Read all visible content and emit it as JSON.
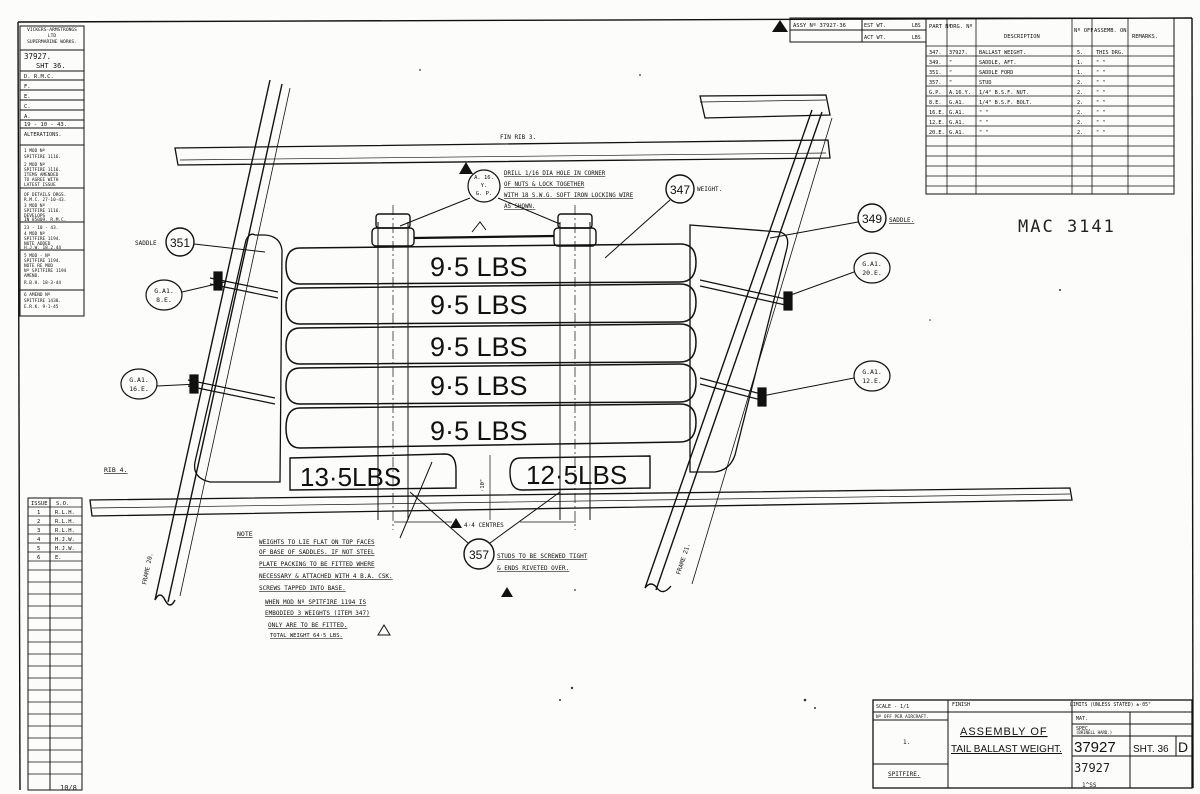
{
  "left_block": {
    "company": [
      "VICKERS-ARMSTRONGS",
      "LTD",
      "SUPERMARINE WORKS."
    ],
    "drawing_no": "37927.",
    "sheet": "SHT 36.",
    "d_line": "D. R.M.C.",
    "rows": [
      "F.",
      "E.",
      "C.",
      "A.",
      "19 - 10 - 43."
    ],
    "alterations_label": "ALTERATIONS.",
    "notes": [
      [
        "1 MOD Nº",
        "SPITFIRE 1116."
      ],
      [
        "2 MOD Nº",
        "SPITFIRE 1116.",
        "ITEMS AMENDED",
        "TO AGREE WITH",
        "LATEST ISSUE",
        "OF DETAILS DRGS.",
        "R.M.C. 27-10-43."
      ],
      [
        "3 MOD Nº",
        "SPITFIRE 1116.",
        "DEVELOPS",
        "IN 85009. R.M.C.",
        "23 - 10 - 43."
      ],
      [
        "4 MOD Nº",
        "SPITFIRE 1194.",
        "NOTE ADDED",
        "H.J.W. 18.2.44"
      ],
      [
        "5 MOD - Nº",
        "SPITFIRE 1194.",
        "NOTE RE MOD",
        "Nº SPITFIRE 1194",
        "AMEND.",
        "R.B.H. 18-3-44"
      ],
      [
        "6 AMEND Nº",
        "SPITFIRE 1438.",
        "E.R.K. 9-1-45"
      ]
    ]
  },
  "issue_block": {
    "headers": [
      "ISSUE",
      "S.O."
    ],
    "rows": [
      [
        "1",
        "R.L.H."
      ],
      [
        "2",
        "R.L.H."
      ],
      [
        "3",
        "R.L.H."
      ],
      [
        "4",
        "H.J.W."
      ],
      [
        "5",
        "H.J.W."
      ],
      [
        "6",
        "E."
      ]
    ]
  },
  "parts_table": {
    "assy_no": "ASSY Nº 37927-36",
    "est_wt": "EST WT.",
    "act_wt": "ACT WT.",
    "lbs": "LBS",
    "headers": [
      "PART Nº",
      "DRG. Nº",
      "DESCRIPTION",
      "Nº OFF",
      "ASSEMB. ON",
      "REMARKS."
    ],
    "rows": [
      [
        "347.",
        "37927.",
        "BALLAST WEIGHT.",
        "5.",
        "THIS DRG.",
        ""
      ],
      [
        "349.",
        "\"",
        "SADDLE, AFT.",
        "1.",
        "\"  \"",
        ""
      ],
      [
        "351.",
        "\"",
        "SADDLE FORD",
        "1.",
        "\"  \"",
        ""
      ],
      [
        "357.",
        "\"",
        "STUD",
        "2.",
        "\"  \"",
        ""
      ],
      [
        "G.P.",
        "A.16.Y.",
        "1/4\" B.S.F. NUT.",
        "2.",
        "\"  \"",
        ""
      ],
      [
        "8.E.",
        "G.A1.",
        "1/4\" B.S.F. BOLT.",
        "2.",
        "\"  \"",
        ""
      ],
      [
        "16.E.",
        "G.A1.",
        "\"   \"",
        "2.",
        "\"  \"",
        ""
      ],
      [
        "12.E.",
        "G.A1.",
        "\"   \"",
        "2.",
        "\"  \"",
        ""
      ],
      [
        "20.E.",
        "G.A1.",
        "\"   \"",
        "2.",
        "\"  \"",
        ""
      ]
    ]
  },
  "mac_ref": "MAC 3141",
  "drawing": {
    "fin_rib": "FIN RIB 3.",
    "rib4": "RIB 4.",
    "frame_left": "FRAME 20.",
    "frame_right": "FRAME 21.",
    "weights": [
      "9·5 LBS",
      "9·5 LBS",
      "9·5 LBS",
      "9·5 LBS",
      "9·5 LBS"
    ],
    "bottom_left_weight": "13·5LBS",
    "bottom_right_weight": "12·5LBS",
    "dim_10": "·10\"",
    "dim_centres": "4·4 CENTRES",
    "callout_347": "347",
    "label_weight": "WEIGHT.",
    "callout_349": "349",
    "label_saddle_r": "SADDLE.",
    "callout_351": "351",
    "label_saddle_l": "SADDLE",
    "callout_357": "357",
    "studs_note": [
      "STUDS TO BE SCREWED TIGHT",
      "& ENDS RIVETED OVER."
    ],
    "nut_ref": [
      "A. 16.",
      "Y.",
      "G. P."
    ],
    "drill_note": [
      "DRILL 1/16 DIA HOLE IN CORNER",
      "OF NUTS & LOCK TOGETHER",
      "WITH 18 S.W.G. SOFT IRON LOCKING WIRE",
      "AS SHOWN."
    ],
    "ga_8e": [
      "G.A1.",
      "8.E."
    ],
    "ga_16e": [
      "G.A1.",
      "16.E."
    ],
    "ga_20e": [
      "G.A1.",
      "20.E."
    ],
    "ga_12e": [
      "G.A1.",
      "12.E."
    ]
  },
  "notes": {
    "heading": "NOTE",
    "lines": [
      "WEIGHTS TO LIE FLAT ON TOP FACES",
      "OF BASE OF SADDLES. IF NOT STEEL",
      "PLATE PACKING TO BE FITTED WHERE",
      "NECESSARY & ATTACHED WITH 4 B.A. CSK.",
      "SCREWS TAPPED INTO BASE."
    ],
    "mod_lines": [
      "WHEN MOD Nº SPITFIRE 1194 IS",
      "EMBODIED 3 WEIGHTS (ITEM 347)",
      "ONLY ARE TO BE FITTED.",
      "TOTAL WEIGHT 64·5 LBS."
    ]
  },
  "title_block": {
    "scale": "SCALE - 1/1",
    "finish": "FINISH",
    "limits": "LIMITS (UNLESS STATED) ±·05\"",
    "no_off": "Nº OFF PER AIRCRAFT.",
    "no_off_value": "1.",
    "aircraft": "SPITFIRE.",
    "mat": "MAT.",
    "spec": "SPEC.",
    "brinell": "(BRINELL HARD.)",
    "title_line1": "ASSEMBLY OF",
    "title_line2": "TAIL BALLAST WEIGHT.",
    "drawing_no": "37927",
    "sheet": "SHT. 36",
    "issue_letter": "D",
    "handwritten_no": "37927",
    "handwritten_small": "1^SS"
  },
  "corner_mark": "10/8"
}
